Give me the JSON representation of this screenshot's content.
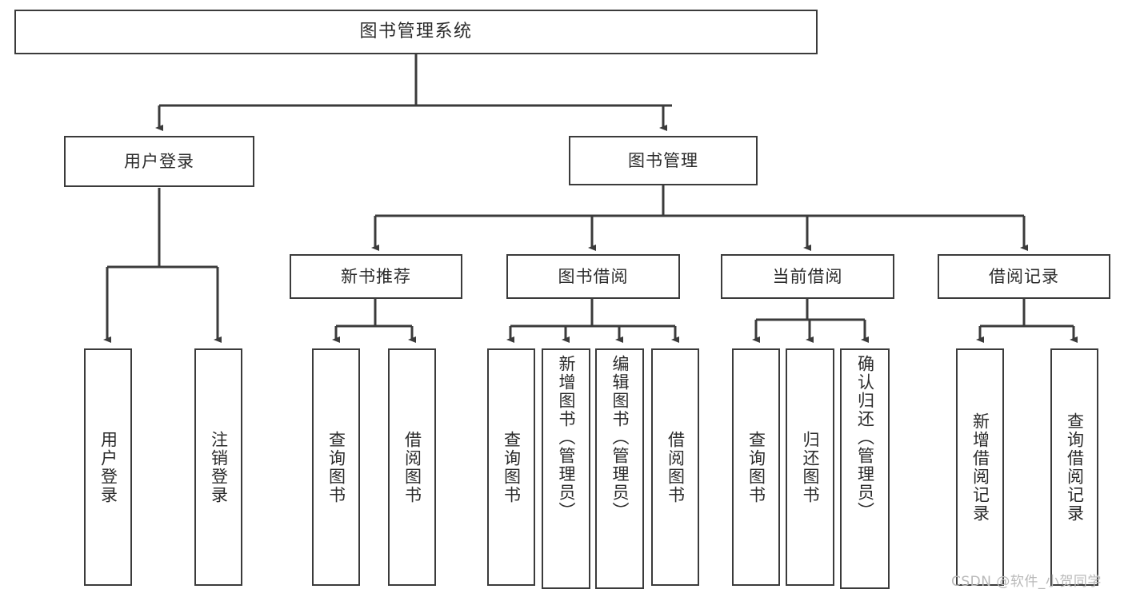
{
  "diagram": {
    "title": "图书管理系统",
    "type": "tree-hierarchy-diagram",
    "watermark": "CSDN @软件_小贺同学",
    "colors": {
      "background": "#ffffff",
      "box_border": "#3b3b3b",
      "box_fill": "#ffffff",
      "connector": "#3b3b3b",
      "text": "#2b2b2b",
      "watermark": "#b9b9b9"
    },
    "levels": {
      "root": {
        "label": "图书管理系统"
      },
      "level2": [
        {
          "label": "用户登录"
        },
        {
          "label": "图书管理"
        }
      ],
      "level3": [
        {
          "label": "新书推荐",
          "parent": "图书管理"
        },
        {
          "label": "图书借阅",
          "parent": "图书管理"
        },
        {
          "label": "当前借阅",
          "parent": "图书管理"
        },
        {
          "label": "借阅记录",
          "parent": "图书管理"
        }
      ],
      "leaves": {
        "user_login": [
          {
            "label": "用户登录"
          },
          {
            "label": "注销登录"
          }
        ],
        "new_book_recommend": [
          {
            "label": "查询图书"
          },
          {
            "label": "借阅图书"
          }
        ],
        "book_borrow": [
          {
            "label": "查询图书"
          },
          {
            "label": "新增图书（管理员）"
          },
          {
            "label": "编辑图书（管理员）"
          },
          {
            "label": "借阅图书"
          }
        ],
        "current_borrow": [
          {
            "label": "查询图书"
          },
          {
            "label": "归还图书"
          },
          {
            "label": "确认归还（管理员）"
          }
        ],
        "borrow_record": [
          {
            "label": "新增借阅记录"
          },
          {
            "label": "查询借阅记录"
          }
        ]
      }
    }
  }
}
